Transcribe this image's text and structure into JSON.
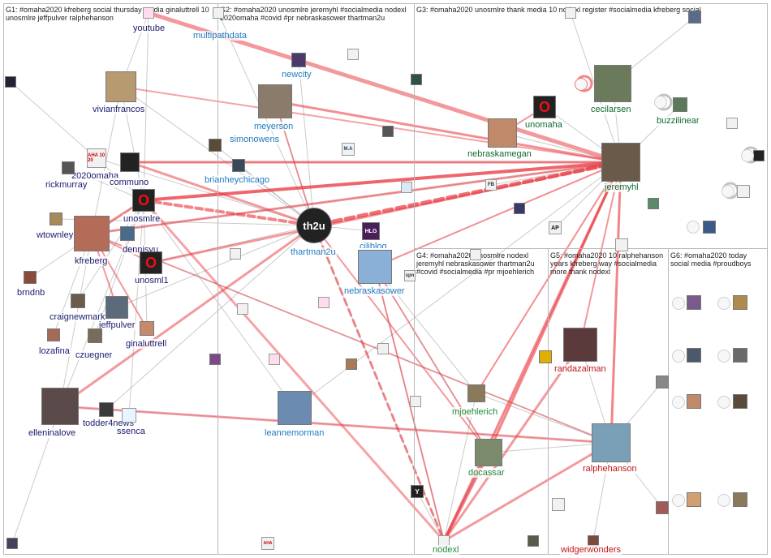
{
  "groups": [
    {
      "id": "g1",
      "title": "G1: #omaha2020 kfreberg social thursday media ginaluttrell 10 unosmlre jeffpulver ralphehanson"
    },
    {
      "id": "g2",
      "title": "G2: #omaha2020 unosmlre jeremyhl #socialmedia nodexl 2020omaha #covid #pr nebraskasower thartman2u"
    },
    {
      "id": "g3",
      "title": "G3: #omaha2020 unosmlre thank media 10 nodexl register #socialmedia kfreberg social"
    },
    {
      "id": "g4",
      "title": "G4: #omaha2020 unosmlre nodexl jeremyhl nebraskasower thartman2u #covid #socialmedia #pr mjoehlerich"
    },
    {
      "id": "g5",
      "title": "G5: #omaha2020 10 ralphehanson years kfreberg way #socialmedia more thank nodexl"
    },
    {
      "id": "g6",
      "title": "G6: #omaha2020 today social media #proudboys"
    }
  ],
  "nodes": [
    {
      "id": "youtube",
      "label": "youtube",
      "group": "g1",
      "badge": "",
      "tone": "light"
    },
    {
      "id": "vivianfrancos",
      "label": "vivianfrancos",
      "group": "g1",
      "badge": "",
      "tone": "photo"
    },
    {
      "id": "2020omaha",
      "label": "2020omaha",
      "group": "g1",
      "badge": "AHA 10 20",
      "tone": "light"
    },
    {
      "id": "communo",
      "label": "communo",
      "group": "g1",
      "badge": "",
      "tone": "dark"
    },
    {
      "id": "rickmurray",
      "label": "rickmurray",
      "group": "g1",
      "badge": "",
      "tone": "photo"
    },
    {
      "id": "unosmlre",
      "label": "unosmlre",
      "group": "g1",
      "badge": "O",
      "tone": "dark"
    },
    {
      "id": "wtownley",
      "label": "wtownley",
      "group": "g1",
      "badge": "",
      "tone": "photo"
    },
    {
      "id": "kfreberg",
      "label": "kfreberg",
      "group": "g1",
      "badge": "",
      "tone": "photo"
    },
    {
      "id": "dennisyu",
      "label": "dennisyu",
      "group": "g1",
      "badge": "",
      "tone": "photo"
    },
    {
      "id": "unosml1",
      "label": "unosml1",
      "group": "g1",
      "badge": "O",
      "tone": "dark"
    },
    {
      "id": "brndnb",
      "label": "brndnb",
      "group": "g1",
      "badge": "",
      "tone": "photo"
    },
    {
      "id": "craignewmark",
      "label": "craignewmark",
      "group": "g1",
      "badge": "",
      "tone": "photo"
    },
    {
      "id": "jeffpulver",
      "label": "jeffpulver",
      "group": "g1",
      "badge": "",
      "tone": "photo"
    },
    {
      "id": "lozafina",
      "label": "lozafina",
      "group": "g1",
      "badge": "",
      "tone": "photo"
    },
    {
      "id": "ginaluttrell",
      "label": "ginaluttrell",
      "group": "g1",
      "badge": "",
      "tone": "photo"
    },
    {
      "id": "czuegner",
      "label": "czuegner",
      "group": "g1",
      "badge": "",
      "tone": "photo"
    },
    {
      "id": "elleninalove",
      "label": "elleninalove",
      "group": "g1",
      "badge": "",
      "tone": "photo"
    },
    {
      "id": "todder4news",
      "label": "todder4news",
      "group": "g1",
      "badge": "",
      "tone": "photo"
    },
    {
      "id": "ssenca",
      "label": "ssenca",
      "group": "g1",
      "badge": "",
      "tone": "light"
    },
    {
      "id": "multipathdata",
      "label": "multipathdata",
      "group": "g2",
      "badge": "",
      "tone": "light"
    },
    {
      "id": "newcity",
      "label": "newcity",
      "group": "g2",
      "badge": "",
      "tone": "photo"
    },
    {
      "id": "meyerson",
      "label": "meyerson",
      "group": "g2",
      "badge": "",
      "tone": "photo"
    },
    {
      "id": "simonowens",
      "label": "simonowens",
      "group": "g2",
      "badge": "",
      "tone": "photo"
    },
    {
      "id": "brianheychicago",
      "label": "brianheychicago",
      "group": "g2",
      "badge": "",
      "tone": "photo"
    },
    {
      "id": "thartman2u",
      "label": "thartman2u",
      "group": "g2",
      "badge": "th2u",
      "tone": "dark"
    },
    {
      "id": "ciliblo",
      "label": "ciliblog",
      "group": "g2",
      "badge": "HLG",
      "tone": "dark"
    },
    {
      "id": "nebraskasower",
      "label": "nebraskasower",
      "group": "g2",
      "badge": "",
      "tone": "photo"
    },
    {
      "id": "leannemorman",
      "label": "leannemorman",
      "group": "g2",
      "badge": "",
      "tone": "photo"
    },
    {
      "id": "unomaha",
      "label": "unomaha",
      "group": "g3",
      "badge": "O",
      "tone": "dark"
    },
    {
      "id": "nebraskamegan",
      "label": "nebraskamegan",
      "group": "g3",
      "badge": "",
      "tone": "photo"
    },
    {
      "id": "cecilarsen",
      "label": "cecilarsen",
      "group": "g3",
      "badge": "",
      "tone": "photo"
    },
    {
      "id": "buzzilinear",
      "label": "buzzilinear",
      "group": "g3",
      "badge": "",
      "tone": "photo"
    },
    {
      "id": "jeremyhl",
      "label": "jeremyhl",
      "group": "g3",
      "badge": "",
      "tone": "photo"
    },
    {
      "id": "mjoehlerich",
      "label": "mjoehlerich",
      "group": "g4",
      "badge": "",
      "tone": "photo"
    },
    {
      "id": "docassar",
      "label": "docassar",
      "group": "g4",
      "badge": "",
      "tone": "photo"
    },
    {
      "id": "nodexl",
      "label": "nodexl",
      "group": "g4",
      "badge": "",
      "tone": "light"
    },
    {
      "id": "randazalman",
      "label": "randazalman",
      "group": "g5",
      "badge": "",
      "tone": "photo"
    },
    {
      "id": "ralphehanson",
      "label": "ralphehanson",
      "group": "g5",
      "badge": "",
      "tone": "photo"
    },
    {
      "id": "widgerwonders",
      "label": "widgerwonders",
      "group": "g5",
      "badge": "",
      "tone": "photo"
    }
  ],
  "small_icons": {
    "ap": "AP",
    "fb": "FB",
    "spn": "spn",
    "y": "Y",
    "ma": "M.A",
    "aha": "AHA"
  }
}
